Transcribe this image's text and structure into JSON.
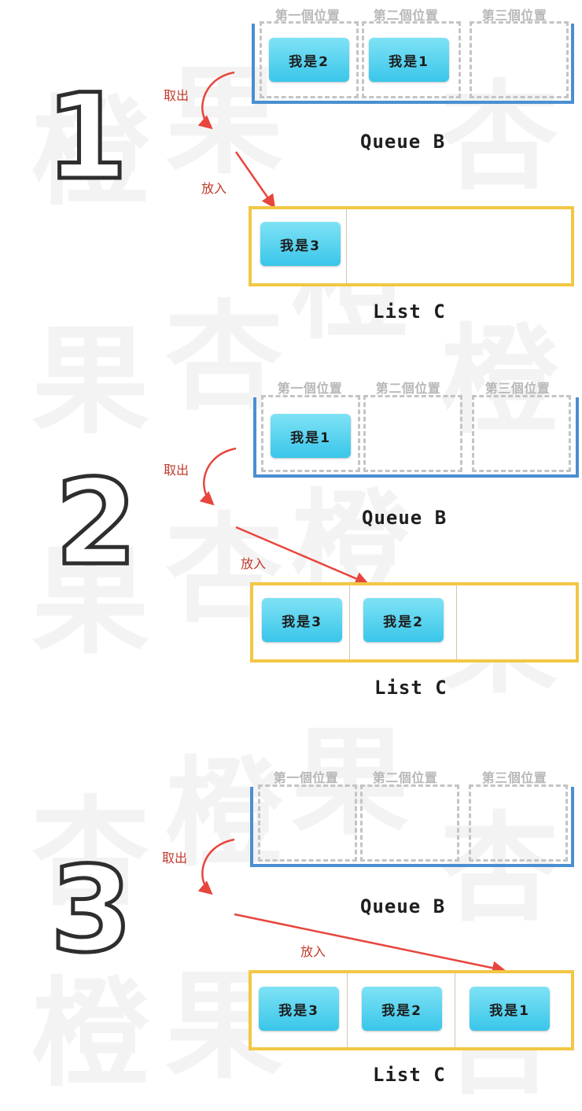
{
  "watermark": "橙果杏",
  "slot_labels": [
    "第一個位置",
    "第二個位置",
    "第三個位置"
  ],
  "queue_caption": "Queue B",
  "list_caption": "List C",
  "take_label": "取出",
  "put_label": "放入",
  "colors": {
    "queue_border": "#4a8fd1",
    "list_border": "#f2c744",
    "arrow": "#e8453c",
    "item_fill": "#39c6ea"
  },
  "steps": [
    {
      "number": "1",
      "queue_items": [
        "我是2",
        "我是1"
      ],
      "list_items": [
        "我是3"
      ]
    },
    {
      "number": "2",
      "queue_items": [
        "我是1"
      ],
      "list_items": [
        "我是3",
        "我是2"
      ]
    },
    {
      "number": "3",
      "queue_items": [],
      "list_items": [
        "我是3",
        "我是2",
        "我是1"
      ]
    }
  ]
}
